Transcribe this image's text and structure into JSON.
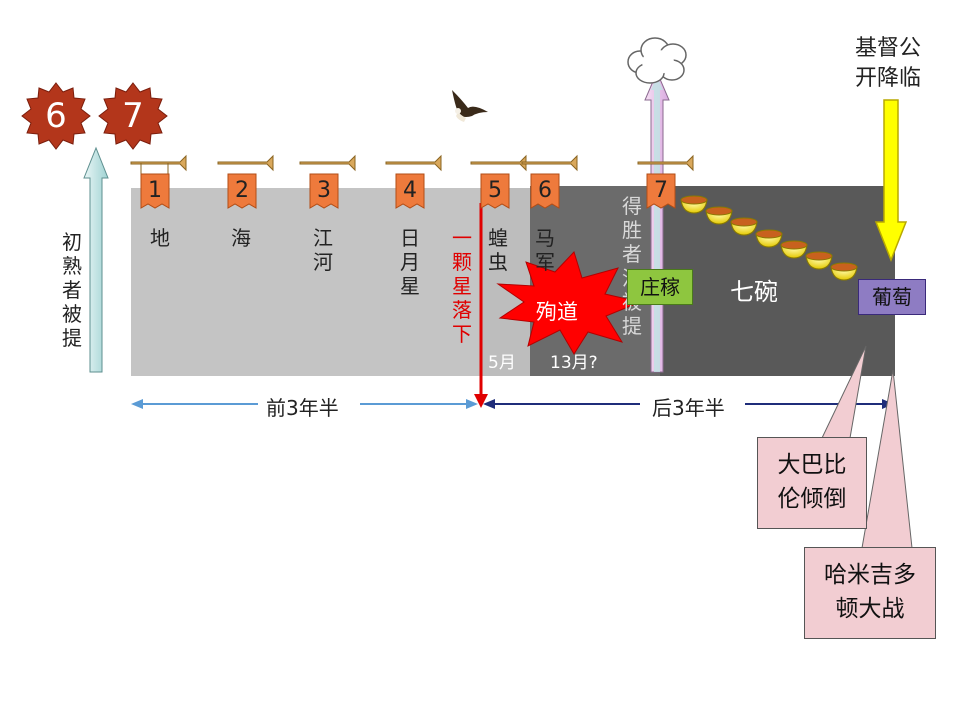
{
  "seals": [
    "6",
    "7"
  ],
  "firstfruits_label": "初熟者被提",
  "trumpets": [
    "1",
    "2",
    "3",
    "4",
    "5",
    "6",
    "7"
  ],
  "trumpet_targets": [
    "地",
    "海",
    "江河",
    "日月星"
  ],
  "star_falls": "一颗星落下",
  "locusts": "蝗虫",
  "horsemen": "马军",
  "martyrdom": "殉道",
  "month5": "5月",
  "month13": "13月?",
  "overcomers_raptured": "得胜者沿被提",
  "harvest": "庄稼",
  "seven_bowls": "七碗",
  "grapes": "葡萄",
  "christ_descends_line1": "基督公",
  "christ_descends_line2": "开降临",
  "first_half": "前3年半",
  "second_half": "后3年半",
  "babylon_line1": "大巴比",
  "babylon_line2": "伦倾倒",
  "armageddon_line1": "哈米吉多",
  "armageddon_line2": "顿大战",
  "colors": {
    "first_half_bg": "#c4c4c4",
    "second_half_bg": "#595959",
    "seal": "#b3361b",
    "trumpet_tab": "#ee7a3c",
    "arrow_red": "#e00000",
    "harvest": "#8ec63f",
    "grapes": "#8e7cc3",
    "callout": "#f2cdd2",
    "yellow_arrow": "#ffff00",
    "timeline_blue": "#5b9bd5",
    "timeline_navy": "#1f2d7a"
  }
}
